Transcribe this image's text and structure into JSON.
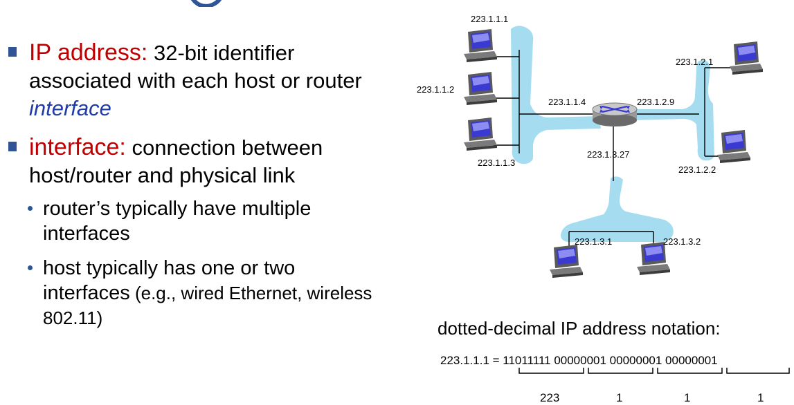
{
  "bullets": [
    {
      "term": "IP address:",
      "desc": " 32-bit identifier associated with each host or router ",
      "desc_italic": "interface"
    },
    {
      "term": "interface:",
      "desc": " connection between host/router and physical link"
    }
  ],
  "sub_bullets": [
    {
      "text": "router’s typically have multiple interfaces"
    },
    {
      "text": "host typically has one or two interfaces",
      "small": " (e.g., wired Ethernet, wireless 802.11)"
    }
  ],
  "diagram": {
    "hosts": [
      {
        "label": "223.1.1.1"
      },
      {
        "label": "223.1.1.2"
      },
      {
        "label": "223.1.1.3"
      },
      {
        "label": "223.1.2.1"
      },
      {
        "label": "223.1.2.2"
      },
      {
        "label": "223.1.3.1"
      },
      {
        "label": "223.1.3.2"
      }
    ],
    "router_interfaces": [
      {
        "label": "223.1.1.4"
      },
      {
        "label": "223.1.2.9"
      },
      {
        "label": "223.1.3.27"
      }
    ]
  },
  "notation": {
    "title": "dotted-decimal IP address notation:",
    "row": "223.1.1.1 = 11011111 00000001 00000001 00000001",
    "octets": [
      "223",
      "1",
      "1",
      "1"
    ]
  },
  "colors": {
    "bullet_term": "#c00000",
    "italic": "#1f3ba8",
    "network_blob": "#a6dcf0",
    "bullet_marker": "#2f5597"
  }
}
